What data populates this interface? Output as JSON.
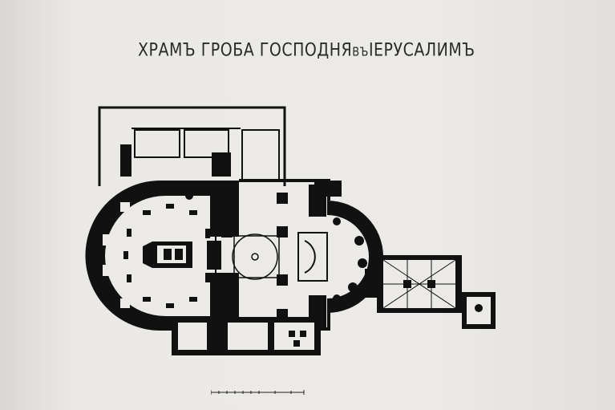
{
  "plate": {
    "title_main": "ХРАМЪ ГРОБА ГОСПОДНЯ",
    "title_conj": "ВЪ",
    "title_city": "ІЕРУСАЛИМЪ"
  },
  "colors": {
    "paper": "#eceae7",
    "ink": "#111111"
  }
}
